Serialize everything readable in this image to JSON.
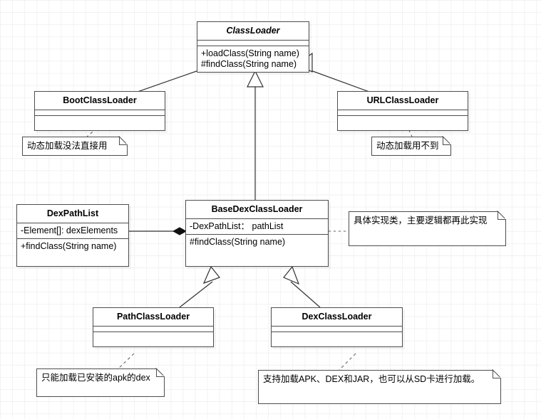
{
  "diagram": {
    "title": "Android ClassLoader class hierarchy",
    "type": "uml-class-diagram",
    "colors": {
      "stroke": "#4d4d4d",
      "edge": "#333333",
      "text": "#000000",
      "background": "#ffffff",
      "grid": "#f2f2f2"
    }
  },
  "classes": {
    "class_loader": {
      "name": "ClassLoader",
      "stereotype": "abstract",
      "attributes": [],
      "methods": [
        "+loadClass(String name)",
        "#findClass(String name)"
      ]
    },
    "boot_class_loader": {
      "name": "BootClassLoader",
      "attributes": [],
      "methods": []
    },
    "url_class_loader": {
      "name": "URLClassLoader",
      "attributes": [],
      "methods": []
    },
    "dex_path_list": {
      "name": "DexPathList",
      "attributes": [
        "-Element[]: dexElements"
      ],
      "methods": [
        "+findClass(String name)"
      ]
    },
    "base_dex_class_loader": {
      "name": "BaseDexClassLoader",
      "attributes": [
        "-DexPathList： pathList"
      ],
      "methods": [
        "#findClass(String name)"
      ]
    },
    "path_class_loader": {
      "name": "PathClassLoader",
      "attributes": [],
      "methods": []
    },
    "dex_class_loader": {
      "name": "DexClassLoader",
      "attributes": [],
      "methods": []
    }
  },
  "notes": {
    "boot_note": {
      "text": "动态加载没法直接用"
    },
    "url_note": {
      "text": "动态加载用不到"
    },
    "base_dex_note": {
      "text": "具体实现类，主要逻辑都再此实现"
    },
    "path_note": {
      "text": "只能加载已安装的apk的dex"
    },
    "dex_note": {
      "text": "支持加载APK、DEX和JAR，也可以从SD卡进行加载。"
    }
  },
  "relations": [
    {
      "id": "boot-to-classloader",
      "type": "generalization",
      "from": "BootClassLoader",
      "to": "ClassLoader"
    },
    {
      "id": "url-to-classloader",
      "type": "generalization",
      "from": "URLClassLoader",
      "to": "ClassLoader"
    },
    {
      "id": "basedex-to-classloader",
      "type": "generalization",
      "from": "BaseDexClassLoader",
      "to": "ClassLoader"
    },
    {
      "id": "path-to-basedex",
      "type": "generalization",
      "from": "PathClassLoader",
      "to": "BaseDexClassLoader"
    },
    {
      "id": "dex-to-basedex",
      "type": "generalization",
      "from": "DexClassLoader",
      "to": "BaseDexClassLoader"
    },
    {
      "id": "dexpathlist-to-basedex",
      "type": "composition",
      "from": "BaseDexClassLoader",
      "to": "DexPathList"
    },
    {
      "id": "boot-note-link",
      "type": "note-anchor",
      "from": "boot_note",
      "to": "BootClassLoader"
    },
    {
      "id": "url-note-link",
      "type": "note-anchor",
      "from": "url_note",
      "to": "URLClassLoader"
    },
    {
      "id": "basedex-note-link",
      "type": "note-anchor",
      "from": "base_dex_note",
      "to": "BaseDexClassLoader"
    },
    {
      "id": "path-note-link",
      "type": "note-anchor",
      "from": "path_note",
      "to": "PathClassLoader"
    },
    {
      "id": "dex-note-link",
      "type": "note-anchor",
      "from": "dex_note",
      "to": "DexClassLoader"
    }
  ]
}
